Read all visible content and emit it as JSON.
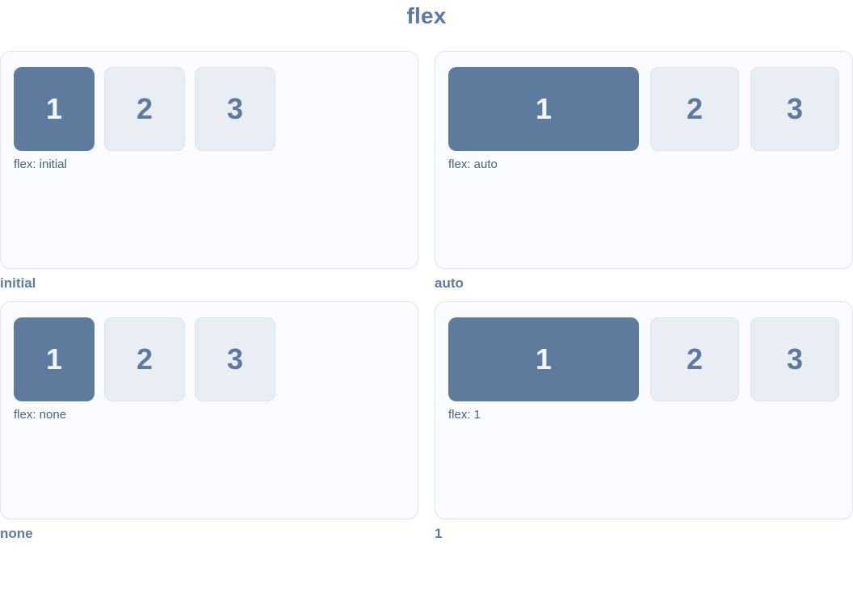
{
  "page": {
    "title": "flex"
  },
  "colors": {
    "title_color": "#5b79a6",
    "label_color": "#5e7aa6",
    "caption_color": "#4a627f",
    "card_bg": "#fafbfe",
    "card_border": "#dfe5f0",
    "box_blue": "#5e7a9c",
    "box_blue_text": "#f2f5fa",
    "box_light": "#e9edf4",
    "box_light_border": "#dde4ef",
    "box_light_text": "#5f7a9c"
  },
  "panels": [
    {
      "id": "initial",
      "caption": "flex: initial",
      "label": "initial",
      "first_item_grows": false,
      "boxes": [
        "1",
        "2",
        "3"
      ]
    },
    {
      "id": "auto",
      "caption": "flex: auto",
      "label": "auto",
      "first_item_grows": true,
      "boxes": [
        "1",
        "2",
        "3"
      ]
    },
    {
      "id": "none",
      "caption": "flex: none",
      "label": "none",
      "first_item_grows": false,
      "boxes": [
        "1",
        "2",
        "3"
      ]
    },
    {
      "id": "1",
      "caption": "flex: 1",
      "label": "1",
      "first_item_grows": true,
      "boxes": [
        "1",
        "2",
        "3"
      ]
    }
  ]
}
